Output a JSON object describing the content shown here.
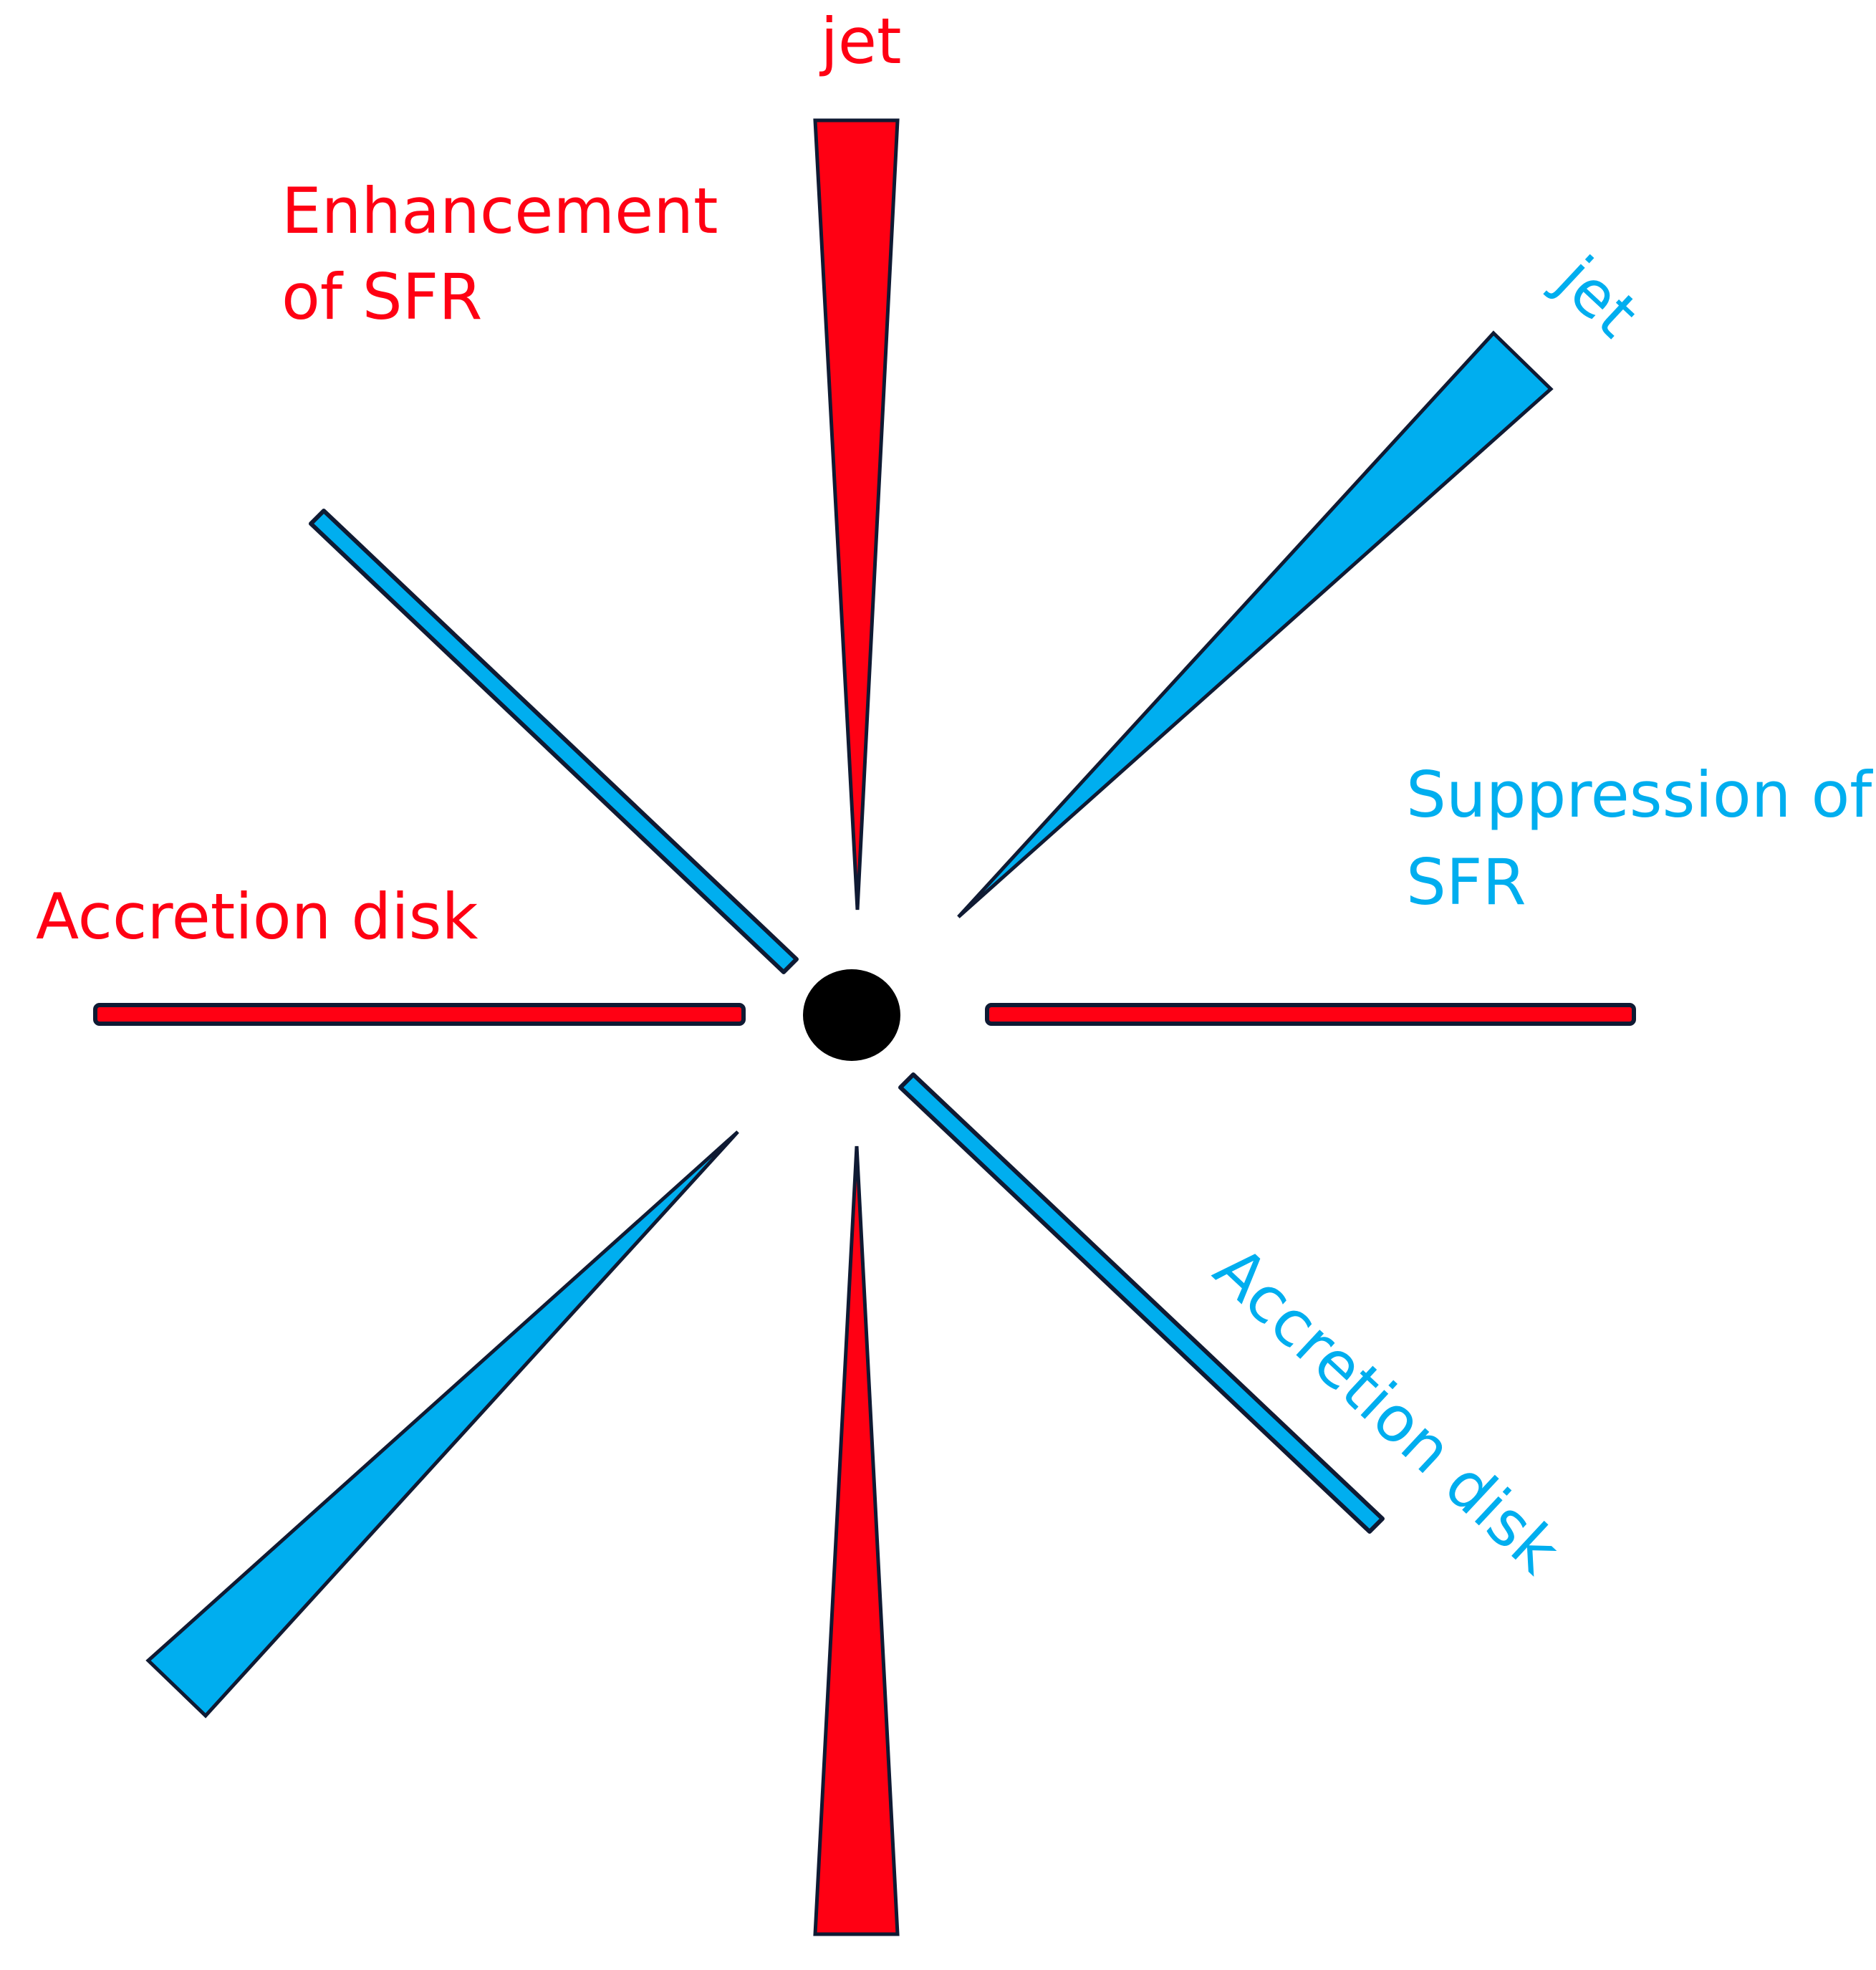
{
  "labels": {
    "red_jet": "jet",
    "red_effect_line1": "Enhancement",
    "red_effect_line2": "of SFR",
    "red_disk": "Accretion disk",
    "blue_jet": "jet",
    "blue_effect_line1": "Suppression of",
    "blue_effect_line2": "SFR",
    "blue_disk": "Accretion disk"
  },
  "colors": {
    "red": "#ff0013",
    "blue": "#00aeef",
    "outline": "#0f1a33",
    "core": "#000000",
    "background": "#ffffff"
  }
}
